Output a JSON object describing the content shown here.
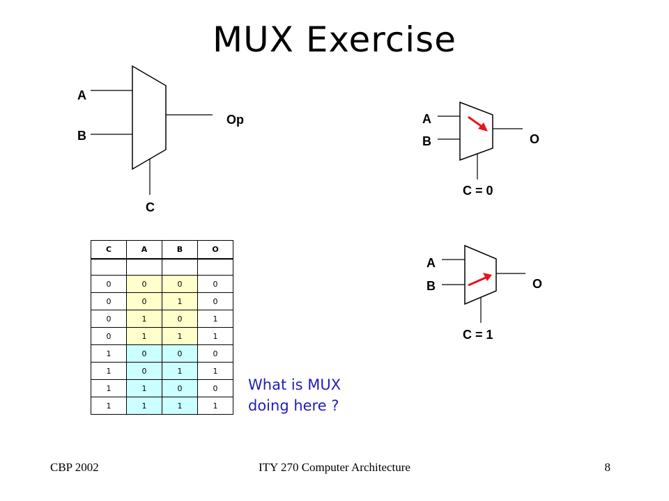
{
  "title": "MUX Exercise",
  "main_mux": {
    "input_a": "A",
    "input_b": "B",
    "output": "Op",
    "select": "C"
  },
  "mux_c0": {
    "input_a": "A",
    "input_b": "B",
    "output": "O",
    "select": "C = 0"
  },
  "mux_c1": {
    "input_a": "A",
    "input_b": "B",
    "output": "O",
    "select": "C = 1"
  },
  "truth_table": {
    "headers": [
      "C",
      "A",
      "B",
      "O"
    ],
    "rows": [
      [
        "0",
        "0",
        "0",
        "0"
      ],
      [
        "0",
        "0",
        "1",
        "0"
      ],
      [
        "0",
        "1",
        "0",
        "1"
      ],
      [
        "0",
        "1",
        "1",
        "1"
      ],
      [
        "1",
        "0",
        "0",
        "0"
      ],
      [
        "1",
        "0",
        "1",
        "1"
      ],
      [
        "1",
        "1",
        "0",
        "0"
      ],
      [
        "1",
        "1",
        "1",
        "1"
      ]
    ]
  },
  "question": {
    "line1": "What is MUX",
    "line2": "doing here ?"
  },
  "footer": {
    "left": "CBP 2002",
    "center": "ITY 270 Computer Architecture",
    "right": "8"
  },
  "colors": {
    "arrow": "#e8141c",
    "question_text": "#1f1fb4",
    "highlight_yellow": "#ffffcc",
    "highlight_cyan": "#ccffff"
  }
}
